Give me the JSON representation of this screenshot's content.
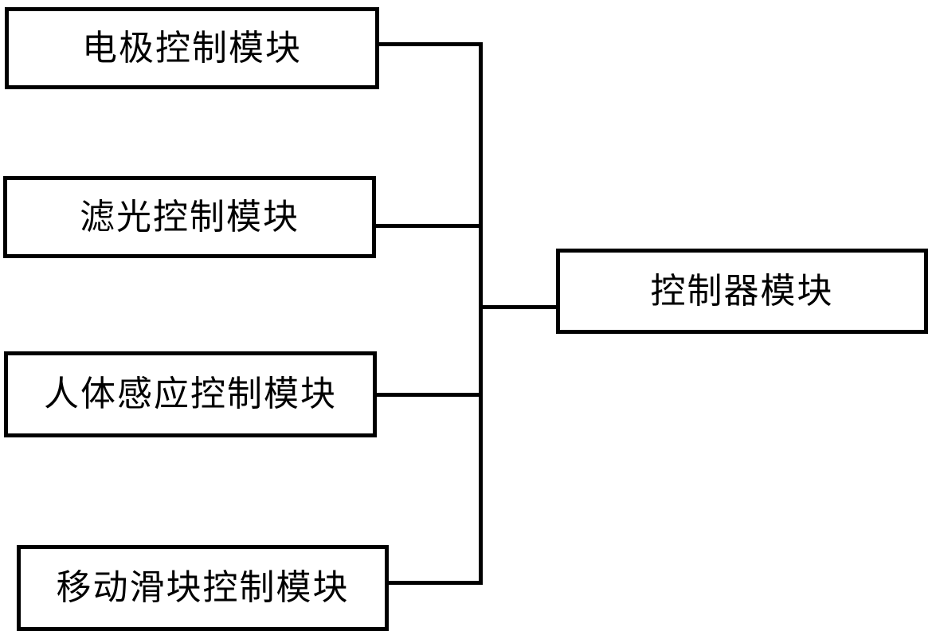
{
  "diagram": {
    "type": "block-diagram",
    "title": "",
    "background_color": "#ffffff",
    "line_color": "#000000",
    "nodes": [
      {
        "id": "electrode",
        "label": "电极控制模块",
        "role": "input-module"
      },
      {
        "id": "filter",
        "label": "滤光控制模块",
        "role": "input-module"
      },
      {
        "id": "human_sensor",
        "label": "人体感应控制模块",
        "role": "input-module"
      },
      {
        "id": "slider",
        "label": "移动滑块控制模块",
        "role": "input-module"
      },
      {
        "id": "controller",
        "label": "控制器模块",
        "role": "central-module"
      }
    ],
    "connections": [
      {
        "from": "electrode",
        "to": "controller",
        "style": "orthogonal-bus"
      },
      {
        "from": "filter",
        "to": "controller",
        "style": "orthogonal-bus"
      },
      {
        "from": "human_sensor",
        "to": "controller",
        "style": "orthogonal-bus"
      },
      {
        "from": "slider",
        "to": "controller",
        "style": "orthogonal-bus"
      }
    ]
  }
}
